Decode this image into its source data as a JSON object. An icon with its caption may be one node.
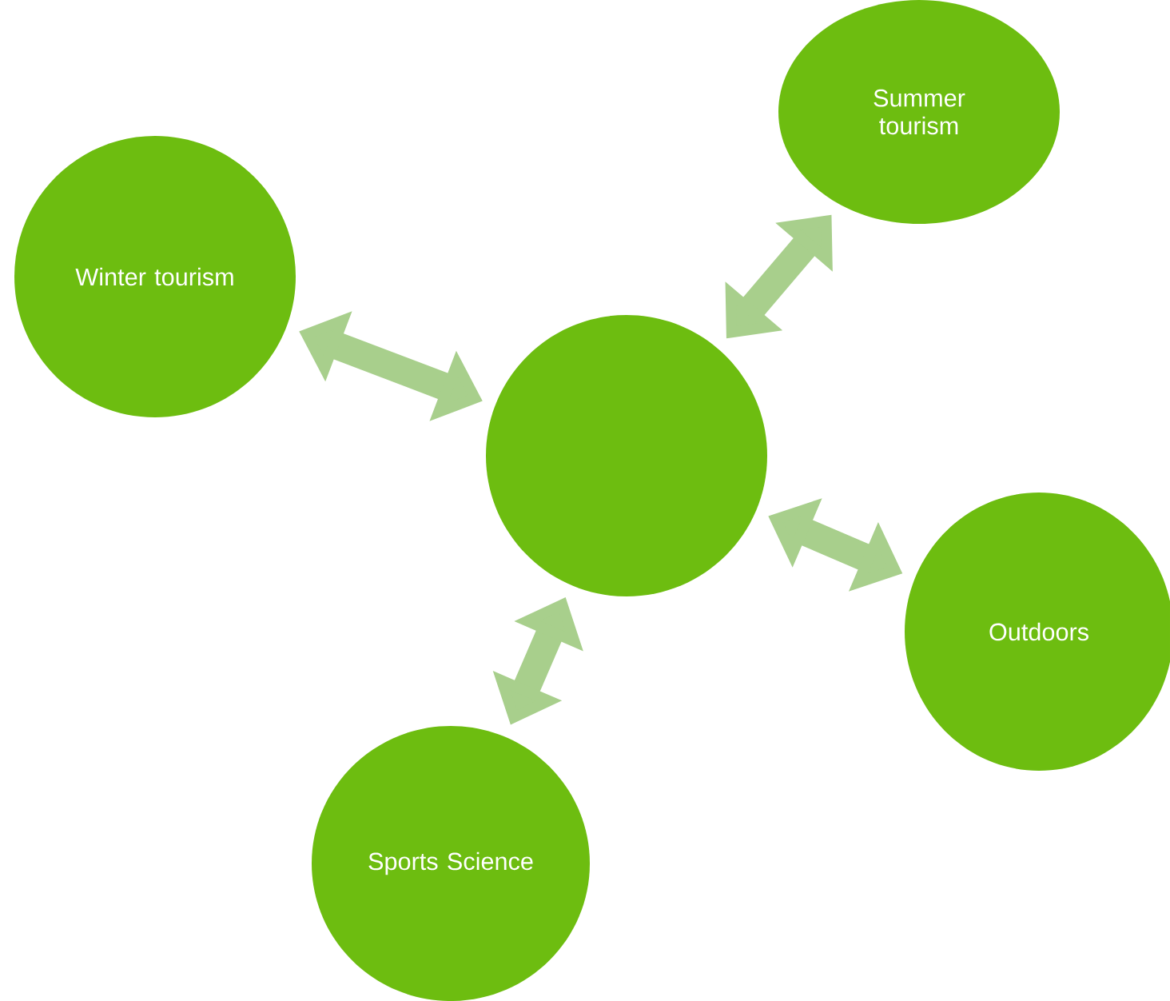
{
  "diagram": {
    "nodes": [
      {
        "text": [
          "Summer tourism"
        ]
      },
      {
        "text": [
          "Winter tourism"
        ]
      },
      {
        "text": [],
        "shape": "circle"
      },
      {
        "text": [
          "Outdoors"
        ]
      },
      {
        "text": [
          "Sports Science"
        ]
      }
    ],
    "edges": [
      {
        "from": 1,
        "to": 2,
        "arrow": "both"
      },
      {
        "from": 0,
        "to": 2,
        "arrow": "both"
      },
      {
        "from": 3,
        "to": 2,
        "arrow": "both"
      },
      {
        "from": 4,
        "to": 2,
        "arrow": "both"
      }
    ]
  }
}
